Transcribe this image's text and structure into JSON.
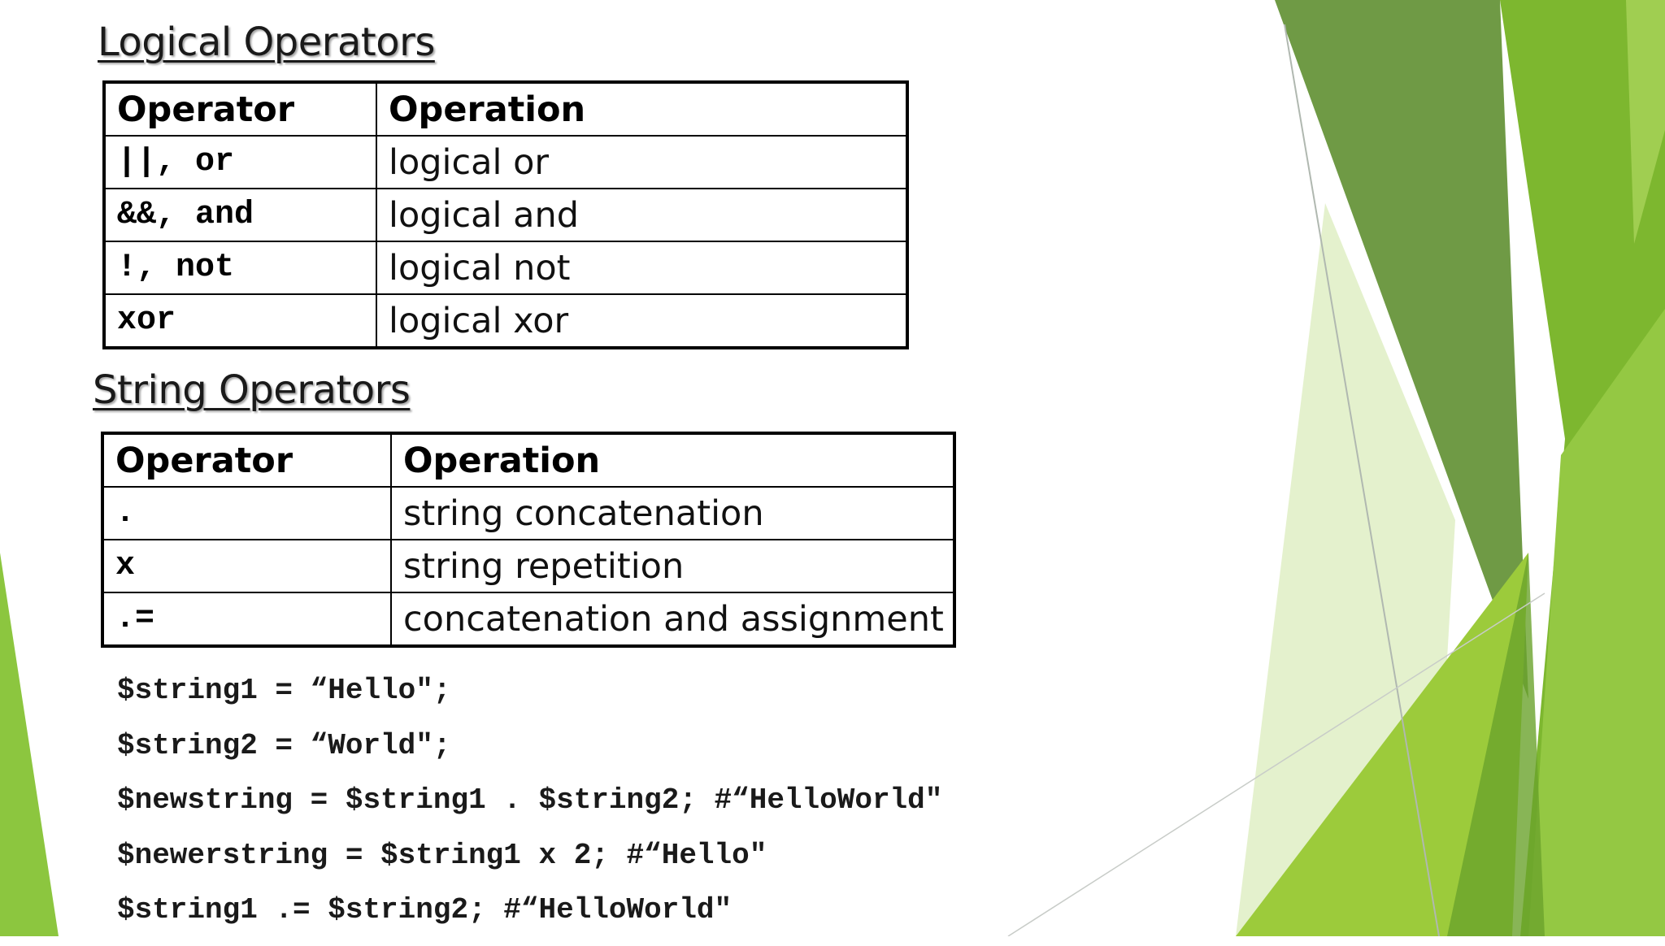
{
  "colors": {
    "accent_light": "#9ccb3b",
    "accent_mid": "#7bb534",
    "accent_dark": "#5f8f3a",
    "accent_pale": "#e1efc8",
    "text": "#000000"
  },
  "logical": {
    "heading": "Logical Operators",
    "headers": {
      "operator": "Operator",
      "operation": "Operation"
    },
    "rows": [
      {
        "operator": "||, or",
        "operation": "logical or"
      },
      {
        "operator": "&&, and",
        "operation": "logical and"
      },
      {
        "operator": "!, not",
        "operation": "logical not"
      },
      {
        "operator": "xor",
        "operation": "logical xor"
      }
    ]
  },
  "string": {
    "heading": "String Operators",
    "headers": {
      "operator": "Operator",
      "operation": "Operation"
    },
    "rows": [
      {
        "operator": ".",
        "operation": "string concatenation"
      },
      {
        "operator": "x",
        "operation": "string repetition"
      },
      {
        "operator": ".=",
        "operation": "concatenation and assignment"
      }
    ]
  },
  "code_lines": [
    "$string1 = “Hello\";",
    "$string2 = “World\";",
    "$newstring = $string1 . $string2; #“HelloWorld\"",
    "$newerstring = $string1 x 2; #“Hello\"",
    "$string1 .= $string2; #“HelloWorld\""
  ]
}
